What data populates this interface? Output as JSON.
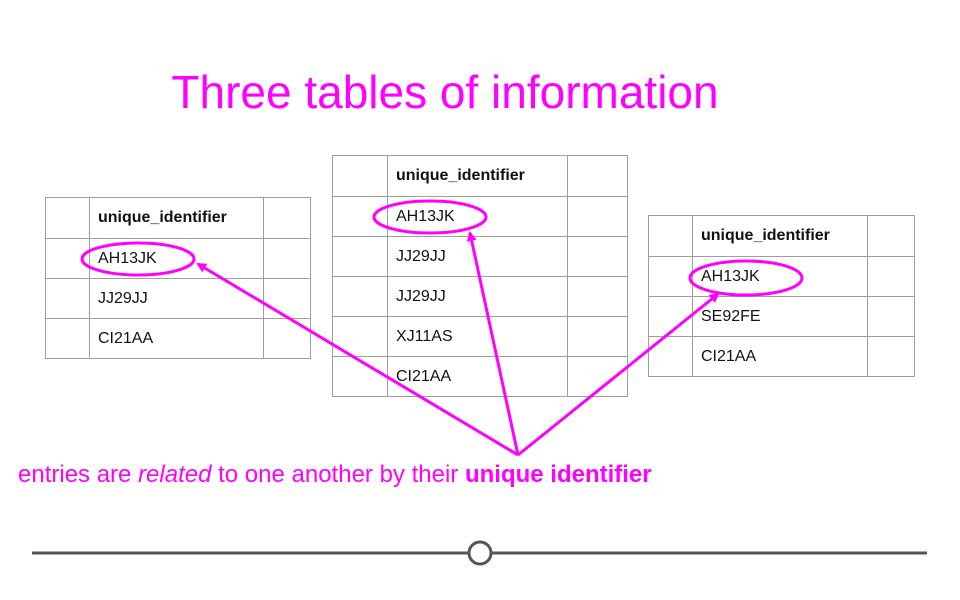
{
  "title": "Three tables of information",
  "accent_color": "#ff00ff",
  "tables": [
    {
      "header": "unique_identifier",
      "rows": [
        "AH13JK",
        "JJ29JJ",
        "CI21AA"
      ]
    },
    {
      "header": "unique_identifier",
      "rows": [
        "AH13JK",
        "JJ29JJ",
        "JJ29JJ",
        "XJ11AS",
        "CI21AA"
      ]
    },
    {
      "header": "unique_identifier",
      "rows": [
        "AH13JK",
        "SE92FE",
        "CI21AA"
      ]
    }
  ],
  "caption": {
    "part1": "entries are ",
    "related": "related",
    "part2": " to one another by their ",
    "bold": "unique identifier"
  },
  "footer_icon": "circle-slider-icon"
}
